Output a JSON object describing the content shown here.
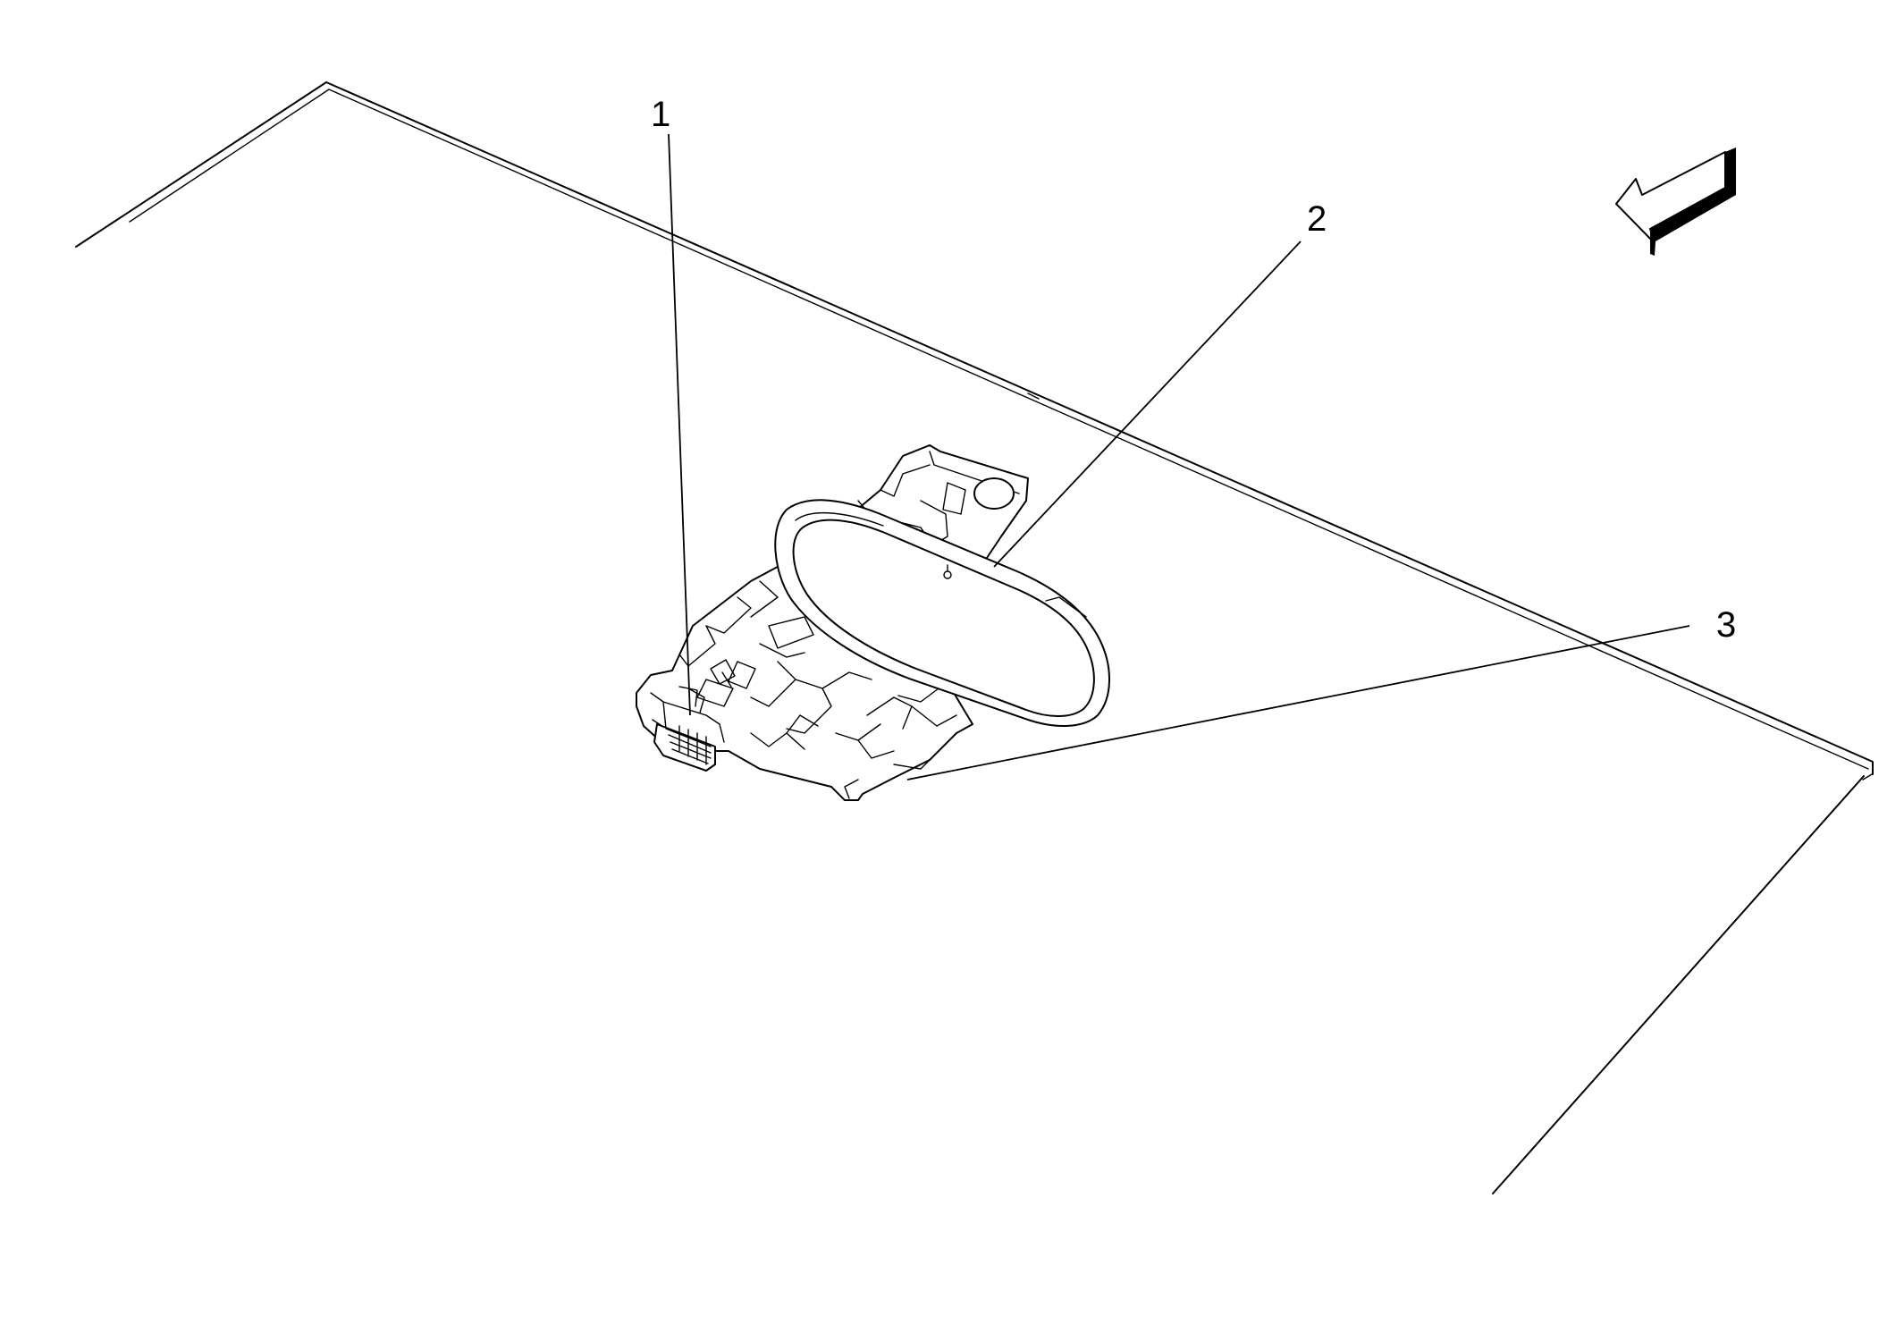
{
  "diagram": {
    "callouts": [
      {
        "label": "1"
      },
      {
        "label": "2"
      },
      {
        "label": "3"
      }
    ],
    "direction_icon": "front-direction-arrow-icon",
    "line_color": "#000000",
    "background": "#ffffff"
  }
}
